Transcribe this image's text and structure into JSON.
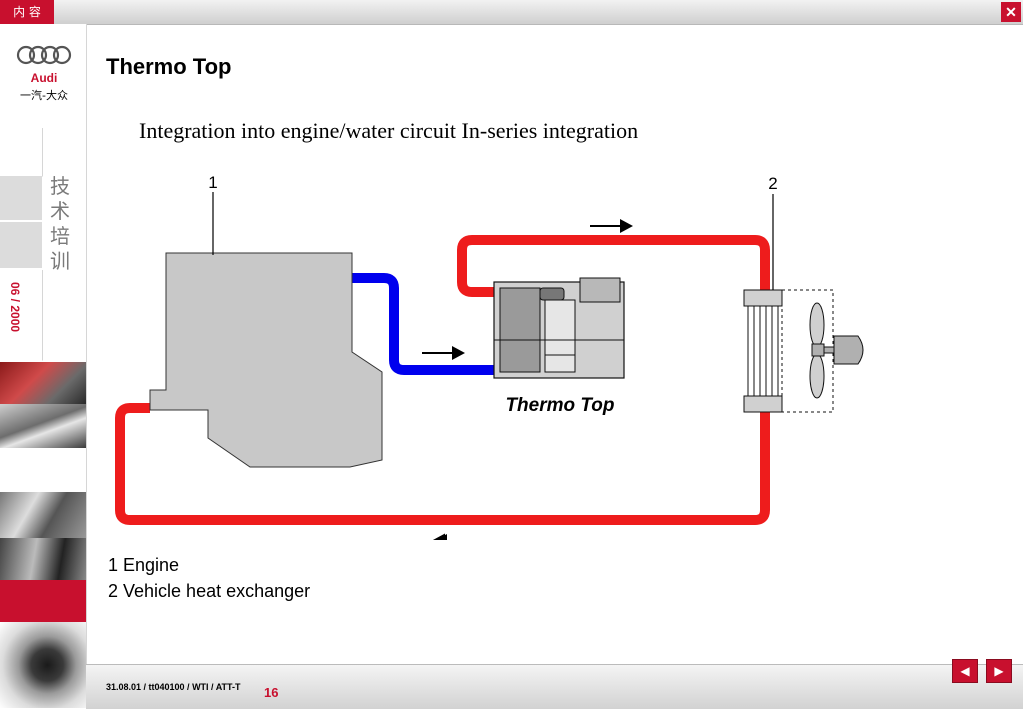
{
  "window": {
    "tab_label": "内 容",
    "close_icon": "close-icon"
  },
  "sidebar": {
    "brand": "Audi",
    "brand_cn": "一汽-大众",
    "section_cn": [
      "技",
      "术",
      "培",
      "训"
    ],
    "date": "06 / 2000"
  },
  "slide": {
    "title": "Thermo Top",
    "subtitle": "Integration into engine/water circuit In-series integration"
  },
  "diagram": {
    "callout_1": "1",
    "callout_2": "2",
    "device_label": "Thermo Top",
    "colors": {
      "hot": "#ee1c1c",
      "cold": "#0000ee",
      "engine": "#c8c8c8"
    }
  },
  "legend": [
    "1 Engine",
    "2 Vehicle heat exchanger"
  ],
  "footer": {
    "text": "31.08.01 / tt040100 / WTI / ATT-T",
    "page": "16",
    "prev_icon": "triangle-left-icon",
    "next_icon": "triangle-right-icon"
  }
}
